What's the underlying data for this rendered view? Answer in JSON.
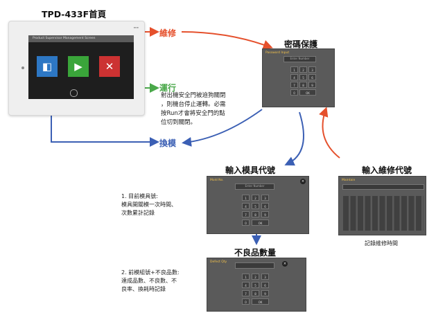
{
  "device": {
    "title": "TPD-433F首頁",
    "screen_header": "Product Supervisor Management Screen"
  },
  "labels": {
    "repair": "維修",
    "run": "運行",
    "change_mold": "換模",
    "password": "密碼保護",
    "enter_mold_code": "輸入模具代號",
    "enter_repair_code": "輸入維修代號",
    "defect_qty": "不良品數量"
  },
  "notes": {
    "run_note": [
      "射出機安全門被迫狗關閉",
      "，則機台停止運轉。必需",
      "按Run才會將安全門的點",
      "位切到關閉。"
    ],
    "note1": [
      "1. 目前模具號:",
      "模具開關模一次時間、",
      "次數累計記錄"
    ],
    "note2": [
      "2. 前模組號+不良品數:",
      "達成品數、不良數、不",
      "良率、換耗時記錄"
    ],
    "repair_record": "記錄維修時間"
  },
  "panels": {
    "password_header": "Password Input",
    "mold_header": "Mold No.",
    "repair_header": "Maintain",
    "defect_header": "Defect Qty",
    "prompt": "Enter Number",
    "keys": [
      "1",
      "2",
      "3",
      "4",
      "5",
      "6",
      "7",
      "8",
      "9",
      "0",
      "OK"
    ]
  },
  "colors": {
    "red": "#e5502c",
    "green": "#4aa84a",
    "blue": "#3b5fb4"
  }
}
